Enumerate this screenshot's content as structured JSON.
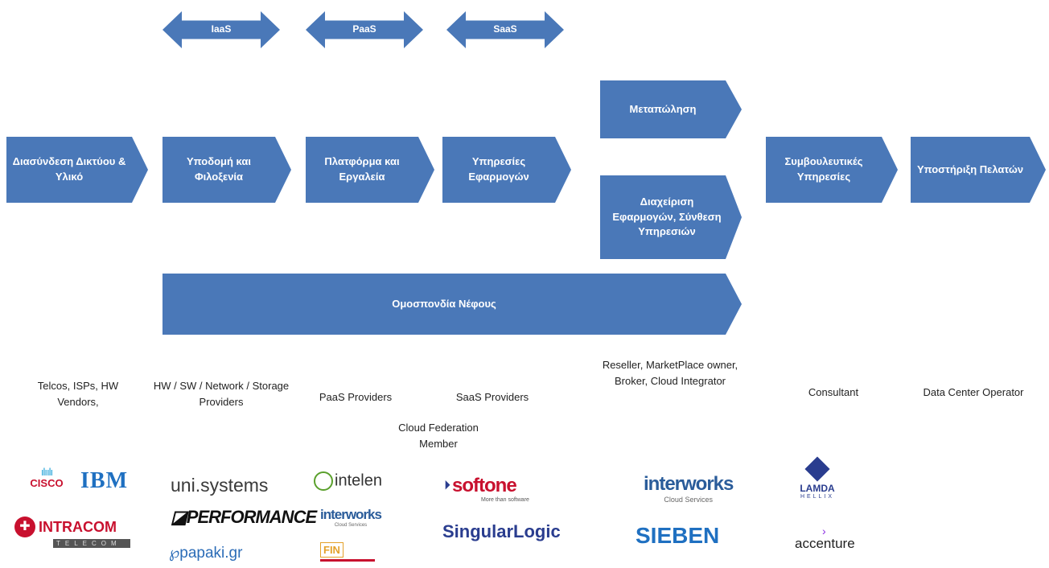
{
  "service_models": [
    "IaaS",
    "PaaS",
    "SaaS"
  ],
  "chevrons": [
    "Διασύνδεση Δικτύου & Υλικό",
    "Υποδομή και Φιλοξενία",
    "Πλατφόρμα και Εργαλεία",
    "Υπηρεσίες Εφαρμογών",
    "Μεταπώληση",
    "Διαχείριση Εφαρμογών, Σύνθεση Υπηρεσιών",
    "Συμβουλευτικές Υπηρεσίες",
    "Υποστήριξη Πελατών"
  ],
  "federation": "Ομοσπονδία Νέφους",
  "roles": [
    "Telcos, ISPs, HW Vendors,",
    "HW / SW / Network / Storage Providers",
    "PaaS Providers",
    "SaaS Providers",
    "Cloud Federation Member",
    "Reseller, MarketPlace owner, Broker, Cloud Integrator",
    "Consultant",
    "Data Center Operator"
  ],
  "logos": {
    "cisco": "CISCO",
    "ibm": "IBM",
    "intracom": "INTRACOM",
    "intracom_sub": "TELECOM",
    "unisystems": "uni.systems",
    "performance": "PERFORMANCE",
    "papaki": "papaki.gr",
    "intelen": "intelen",
    "interworks": "interworks",
    "interworks_sub": "Cloud Services",
    "fin": "FIN",
    "softone": "softone",
    "softone_sub": "More than software",
    "singular": "SingularLogic",
    "sieben": "SIEBEN",
    "lamda": "LAMDA",
    "lamda_sub": "HELLIX",
    "accenture": "accenture"
  }
}
